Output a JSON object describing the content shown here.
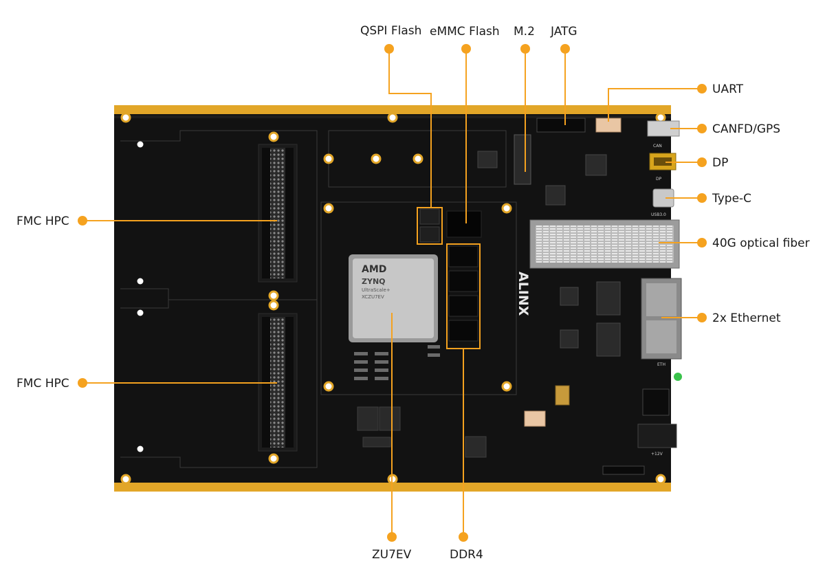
{
  "colors": {
    "accent": "#f5a21f",
    "board": "#111111",
    "board_edge": "#e2a628",
    "label_text": "#1a1a1a"
  },
  "callouts": {
    "qspi_flash": "QSPI Flash",
    "emmc_flash": "eMMC Flash",
    "m2": "M.2",
    "jatg": "JATG",
    "uart": "UART",
    "canfd_gps": "CANFD/GPS",
    "dp": "DP",
    "type_c": "Type-C",
    "optical": "40G optical fiber",
    "ethernet": "2x Ethernet",
    "fmc_hpc_top": "FMC HPC",
    "fmc_hpc_bottom": "FMC HPC",
    "zu7ev": "ZU7EV",
    "ddr4": "DDR4"
  },
  "board": {
    "brand_silkscreen": "ALINX",
    "chip": {
      "brand": "AMD",
      "family": "ZYNQ",
      "series": "UltraScale+",
      "part": "XCZU7EV"
    },
    "port_labels": {
      "can": "CAN",
      "dp": "DP",
      "usb": "USB3.0",
      "eth": "ETH",
      "power": "+12V"
    }
  }
}
